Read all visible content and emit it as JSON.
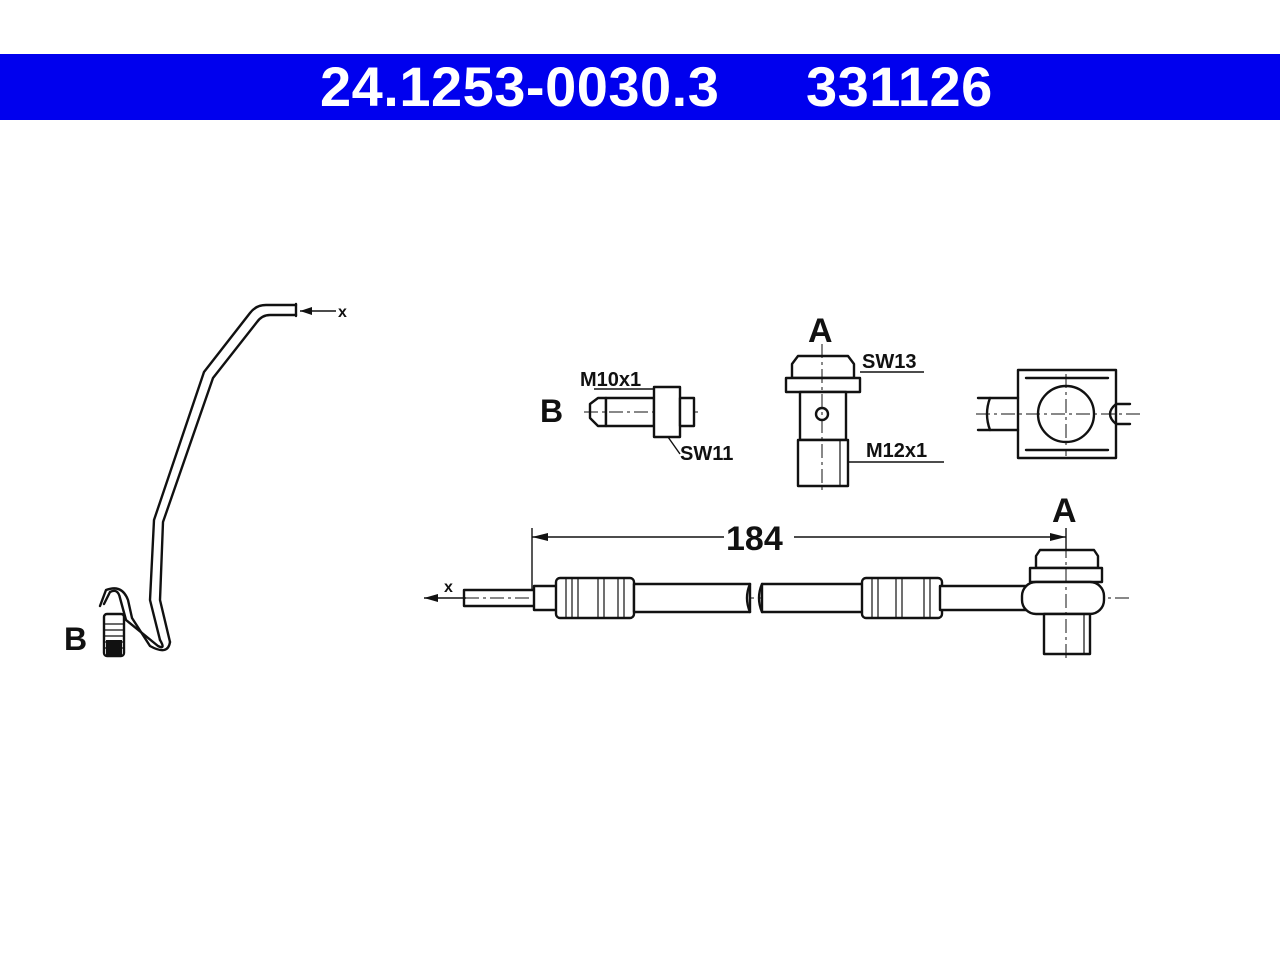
{
  "header": {
    "banner_color": "#0000ee",
    "part_number": "24.1253-0030.3",
    "ref_number": "331126"
  },
  "labels": {
    "detail_a": "A",
    "detail_b": "B",
    "thread_b": "M10x1",
    "wrench_b": "SW11",
    "wrench_a": "SW13",
    "thread_a": "M12x1",
    "length": "184",
    "axis_marker": "x"
  }
}
